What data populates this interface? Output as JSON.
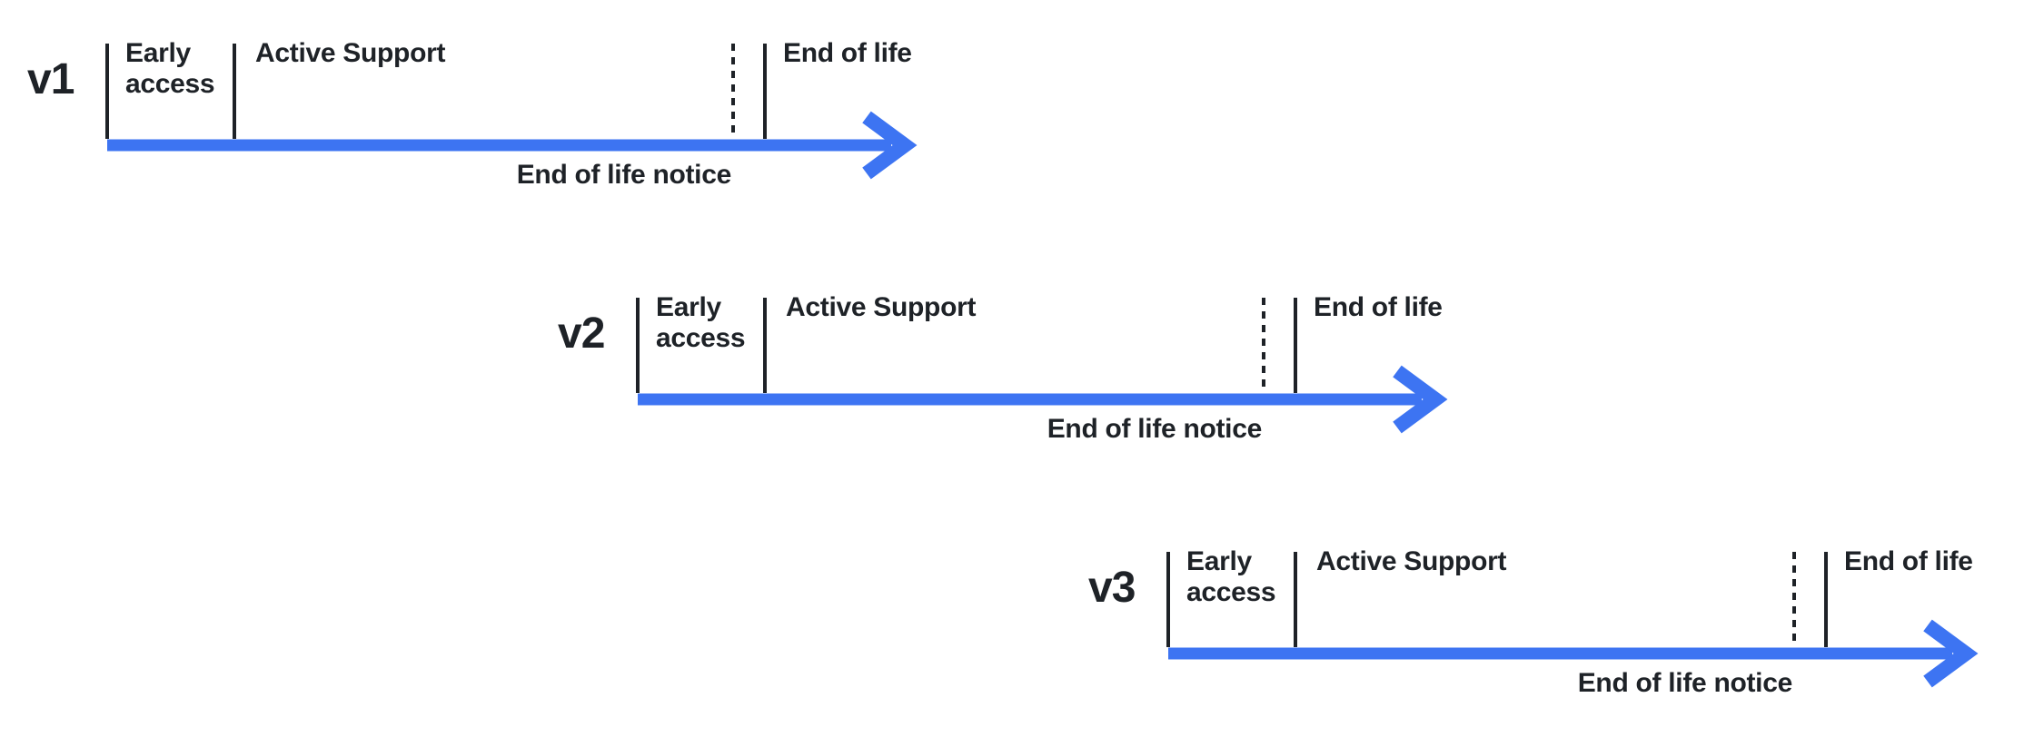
{
  "diagram": {
    "type": "release-lifecycle-timelines",
    "background": "#ffffff",
    "colors": {
      "ink": "#1e2227",
      "arrow_blue": "#3d74f2"
    },
    "timelines": [
      {
        "version": "v1",
        "early_access": "Early\naccess",
        "active_support": "Active Support",
        "end_of_life": "End of life",
        "end_of_life_notice": "End of life notice"
      },
      {
        "version": "v2",
        "early_access": "Early\naccess",
        "active_support": "Active Support",
        "end_of_life": "End of life",
        "end_of_life_notice": "End of life notice"
      },
      {
        "version": "v3",
        "early_access": "Early\naccess",
        "active_support": "Active Support",
        "end_of_life": "End of life",
        "end_of_life_notice": "End of life notice"
      }
    ]
  }
}
